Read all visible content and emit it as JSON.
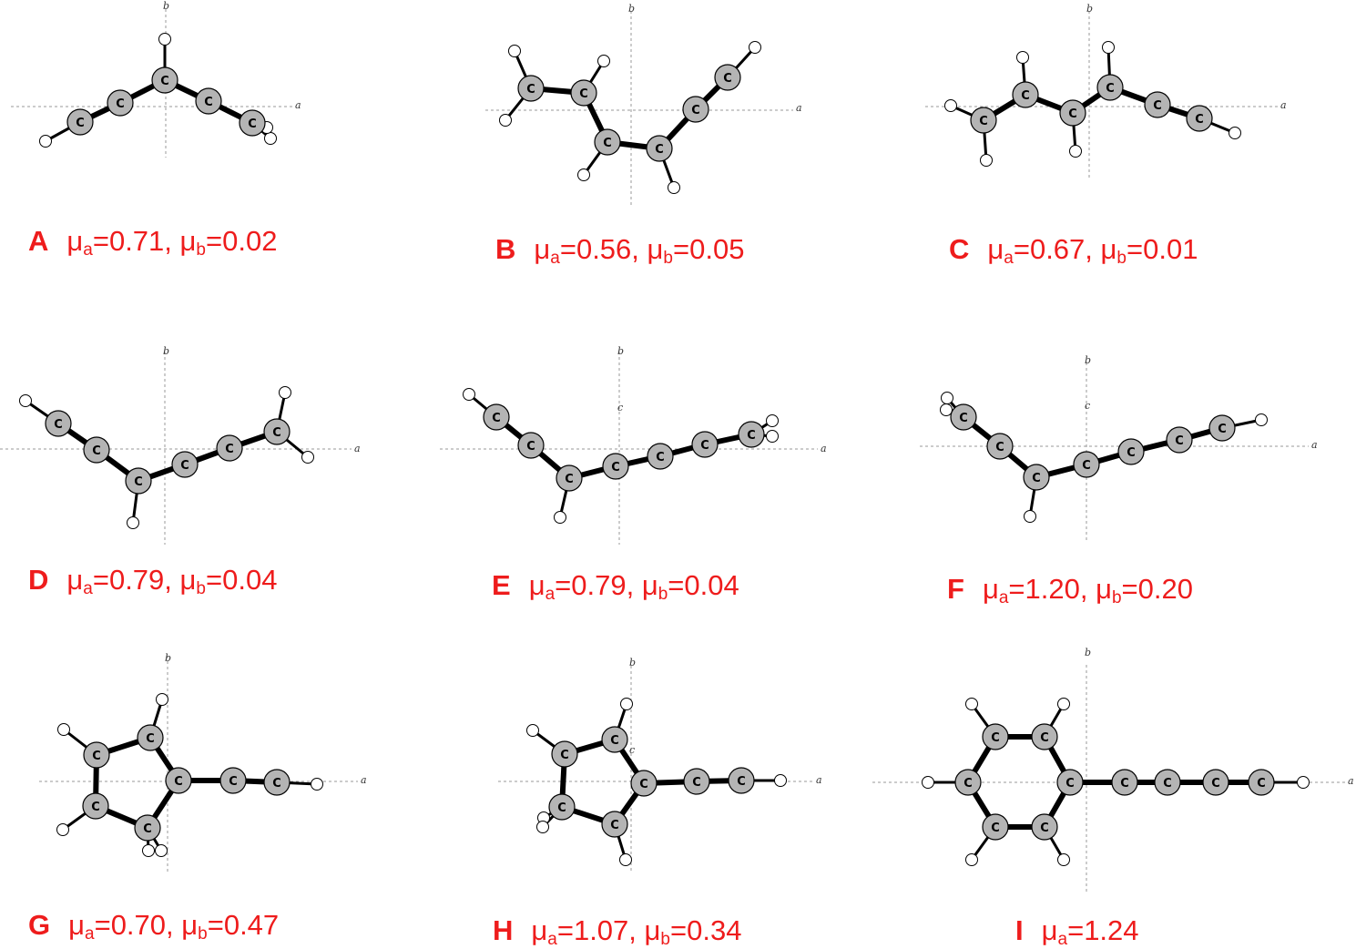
{
  "axis_labels": {
    "a": "a",
    "b": "b",
    "c": "c"
  },
  "atom_label": "C",
  "mu_symbol": "μ",
  "panels": [
    {
      "letter": "A",
      "mu_a": "0.71",
      "mu_b": "0.02"
    },
    {
      "letter": "B",
      "mu_a": "0.56",
      "mu_b": "0.05"
    },
    {
      "letter": "C",
      "mu_a": "0.67",
      "mu_b": "0.01"
    },
    {
      "letter": "D",
      "mu_a": "0.79",
      "mu_b": "0.04"
    },
    {
      "letter": "E",
      "mu_a": "0.79",
      "mu_b": "0.04"
    },
    {
      "letter": "F",
      "mu_a": "1.20",
      "mu_b": "0.20"
    },
    {
      "letter": "G",
      "mu_a": "0.70",
      "mu_b": "0.47"
    },
    {
      "letter": "H",
      "mu_a": "1.07",
      "mu_b": "0.34"
    },
    {
      "letter": "I",
      "mu_a": "1.24"
    }
  ],
  "colors": {
    "caption": "#ee1c1c",
    "carbon_fill": "#b4b4b4",
    "hydrogen_fill": "#ffffff",
    "bond": "#000000",
    "axis": "#9a9a9a"
  }
}
